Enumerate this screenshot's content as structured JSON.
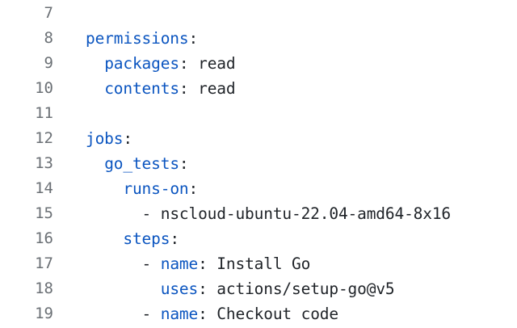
{
  "editor": {
    "language": "yaml",
    "background_color": "#ffffff",
    "gutter_color": "#6b7075",
    "key_color": "#0b55c0",
    "text_color": "#1f2328",
    "first_line_number": 7,
    "last_line_number": 19
  },
  "lines": [
    {
      "number": "7",
      "indent": "",
      "dash": "",
      "key": "",
      "colon": "",
      "value": "",
      "raw": ""
    },
    {
      "number": "8",
      "indent": "",
      "dash": "",
      "key": "permissions",
      "colon": ":",
      "value": "",
      "raw": "permissions:"
    },
    {
      "number": "9",
      "indent": "  ",
      "dash": "",
      "key": "packages",
      "colon": ":",
      "value": " read",
      "raw": "  packages: read"
    },
    {
      "number": "10",
      "indent": "  ",
      "dash": "",
      "key": "contents",
      "colon": ":",
      "value": " read",
      "raw": "  contents: read"
    },
    {
      "number": "11",
      "indent": "",
      "dash": "",
      "key": "",
      "colon": "",
      "value": "",
      "raw": ""
    },
    {
      "number": "12",
      "indent": "",
      "dash": "",
      "key": "jobs",
      "colon": ":",
      "value": "",
      "raw": "jobs:"
    },
    {
      "number": "13",
      "indent": "  ",
      "dash": "",
      "key": "go_tests",
      "colon": ":",
      "value": "",
      "raw": "  go_tests:"
    },
    {
      "number": "14",
      "indent": "    ",
      "dash": "",
      "key": "runs-on",
      "colon": ":",
      "value": "",
      "raw": "    runs-on:"
    },
    {
      "number": "15",
      "indent": "      ",
      "dash": "- ",
      "key": "",
      "colon": "",
      "value": "nscloud-ubuntu-22.04-amd64-8x16",
      "raw": "      - nscloud-ubuntu-22.04-amd64-8x16"
    },
    {
      "number": "16",
      "indent": "    ",
      "dash": "",
      "key": "steps",
      "colon": ":",
      "value": "",
      "raw": "    steps:"
    },
    {
      "number": "17",
      "indent": "      ",
      "dash": "- ",
      "key": "name",
      "colon": ":",
      "value": " Install Go",
      "raw": "      - name: Install Go"
    },
    {
      "number": "18",
      "indent": "        ",
      "dash": "",
      "key": "uses",
      "colon": ":",
      "value": " actions/setup-go@v5",
      "raw": "        uses: actions/setup-go@v5"
    },
    {
      "number": "19",
      "indent": "      ",
      "dash": "- ",
      "key": "name",
      "colon": ":",
      "value": " Checkout code",
      "raw": "      - name: Checkout code"
    }
  ]
}
